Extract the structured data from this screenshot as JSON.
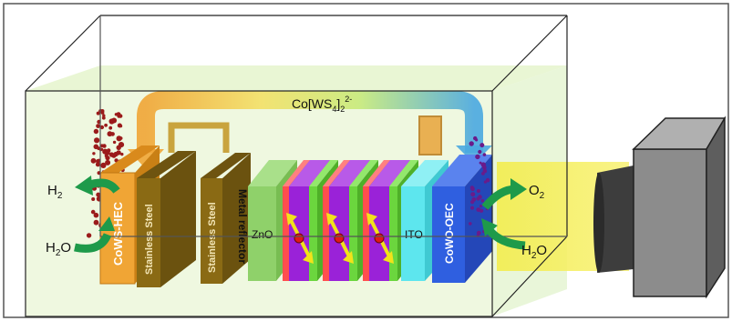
{
  "labels": {
    "complex_base": "Co[WS",
    "complex_sub1": "4",
    "complex_mid": "]",
    "complex_sub2": "2",
    "complex_sup": "2-",
    "h2": "H",
    "h2_sub": "2",
    "h2o_left": "H",
    "h2o_left_sub": "2",
    "h2o_left_tail": "O",
    "o2": "O",
    "o2_sub": "2",
    "h2o_right": "H",
    "h2o_right_sub": "2",
    "h2o_right_tail": "O",
    "cows_hec": "CoWS-HEC",
    "stainless_steel_1": "Stainless Steel",
    "stainless_steel_2": "Stainless Steel",
    "metal_reflector": "Metal reflector",
    "zno": "ZnO",
    "ito": "ITO",
    "cowo_oec": "CoWO-OEC"
  },
  "colors": {
    "box_edge": "#222222",
    "electrolyte": "#e6f5cf",
    "cows_hec": "#f0a535",
    "stainless_steel": "#8a6a14",
    "metal_reflector": "#c49a2c",
    "zno": "#8fd16a",
    "absorber_red": "#ff4e4e",
    "absorber_purple": "#9a22d8",
    "absorber_green": "#6bd63e",
    "ito": "#5de6ee",
    "cowo_oec": "#2f5fe0",
    "arrow_green": "#1e9a4a",
    "h2_bubbles": "#9b1b1b",
    "o2_bubbles": "#6a1b8a",
    "light_beam": "#f7f06a",
    "lamp_body": "#8c8c8c"
  }
}
